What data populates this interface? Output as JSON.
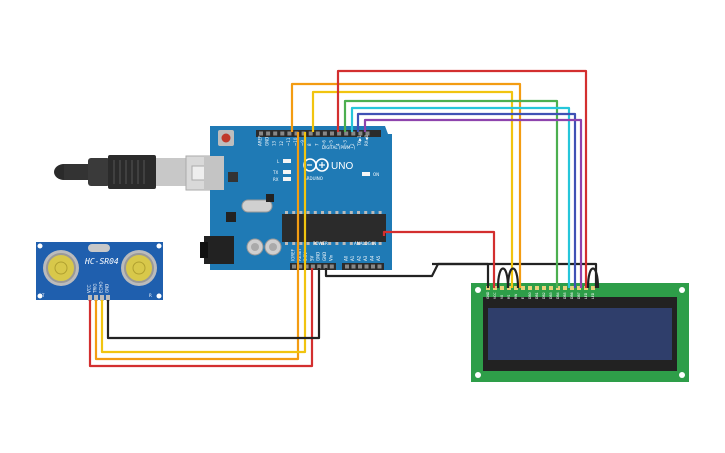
{
  "arduino": {
    "brand": "ARDUINO",
    "model": "UNO",
    "digital_label": "DIGITAL (PWM~)",
    "analog_label": "ANALOG IN",
    "power_label": "POWER",
    "led_l": "L",
    "led_tx": "TX",
    "led_rx": "RX",
    "on_label": "ON",
    "aref": "AREF",
    "gnd": "GND",
    "pins_top": [
      "13",
      "12",
      "~11",
      "~10",
      "~9",
      "8",
      "7",
      "~6",
      "~5",
      "4",
      "~3",
      "2",
      "TX▶1",
      "RX◀0"
    ],
    "pins_power": [
      "IOREF",
      "RESET",
      "3.3V",
      "5V",
      "GND",
      "GND",
      "Vin"
    ],
    "pins_analog": [
      "A0",
      "A1",
      "A2",
      "A3",
      "A4",
      "A5"
    ]
  },
  "sensor": {
    "name": "HC-SR04",
    "left_mark": "T",
    "right_mark": "R",
    "pins": [
      "VCC",
      "TRIG",
      "ECHO",
      "GND"
    ]
  },
  "lcd": {
    "pins": [
      "GND",
      "VCC",
      "V0",
      "RS",
      "RW",
      "E",
      "DB0",
      "DB1",
      "DB2",
      "DB3",
      "DB4",
      "DB5",
      "DB6",
      "DB7",
      "LED",
      "LED"
    ]
  },
  "wire_colors": {
    "red": "#d32f2f",
    "orange": "#f39c12",
    "yellow": "#f1c40f",
    "green": "#4caf50",
    "cyan": "#26c6da",
    "blue": "#3f51b5",
    "purple": "#8e44ad",
    "black": "#222222"
  },
  "colors": {
    "arduino_board": "#1f7ab5",
    "lcd_board": "#2e9e49",
    "lcd_screen": "#2f3e6b",
    "sensor_board": "#1f5fae"
  }
}
